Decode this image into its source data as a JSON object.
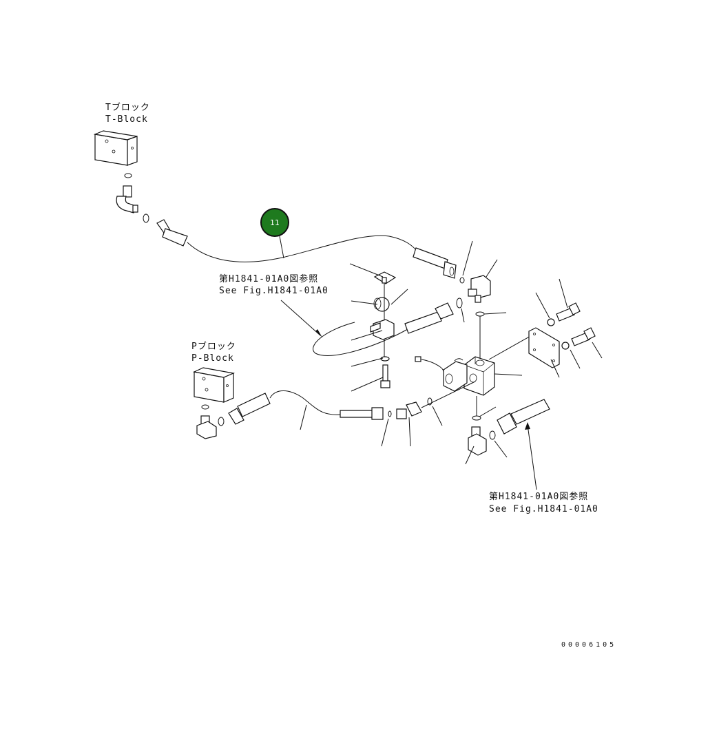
{
  "labels": {
    "t_block_jp": "Tブロック",
    "t_block_en": "T-Block",
    "p_block_jp": "Pブロック",
    "p_block_en": "P-Block",
    "ref1_jp": "第H1841-01A0図参照",
    "ref1_en": "See Fig.H1841-01A0",
    "ref2_jp": "第H1841-01A0図参照",
    "ref2_en": "See Fig.H1841-01A0"
  },
  "callout": {
    "number": "11",
    "color": "#1e7a1e"
  },
  "drawing_code": "00006105"
}
